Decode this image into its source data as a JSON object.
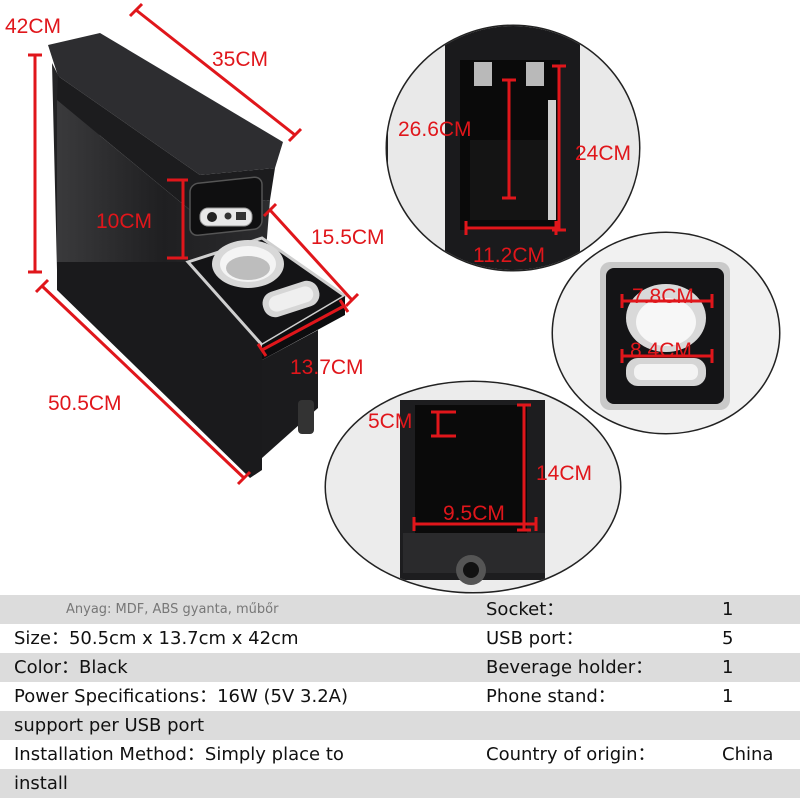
{
  "dimensions": {
    "height": "42CM",
    "top_width": "35CM",
    "panel_height": "10CM",
    "panel_depth": "15.5CM",
    "base_width": "13.7CM",
    "length": "50.5CM",
    "inner_depth": "26.6CM",
    "inner_height": "24CM",
    "inner_width": "11.2CM",
    "cup_diameter": "7.8CM",
    "slot_width": "8.4CM",
    "drawer_depth": "5CM",
    "drawer_height": "14CM",
    "drawer_width": "9.5CM"
  },
  "specs": {
    "material": "Anyag: MDF, ABS gyanta, műbőr",
    "size": "Size：50.5cm x 13.7cm x 42cm",
    "color": "Color：Black",
    "power_line1": "Power Specifications：16W (5V 3.2A)",
    "power_line2": "support per USB port",
    "install_line1": "Installation Method：Simply place to",
    "install_line2": "install",
    "socket_label": "Socket：",
    "socket_value": "1",
    "usb_label": "USB port：",
    "usb_value": "5",
    "beverage_label": "Beverage holder：",
    "beverage_value": "1",
    "phone_label": "Phone stand：",
    "phone_value": "1",
    "origin_label": "Country of origin：",
    "origin_value": "China"
  }
}
